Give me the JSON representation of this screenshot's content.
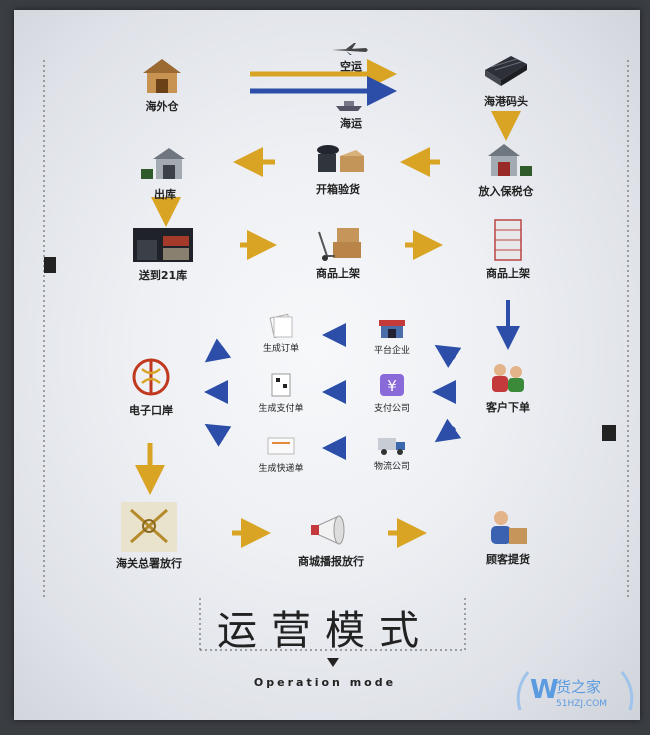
{
  "title": "运营模式",
  "subtitle": "Operation mode",
  "colors": {
    "gold": "#d9a424",
    "blue": "#2c4ea8"
  },
  "nodes": {
    "overseas_warehouse": "海外仓",
    "air": "空运",
    "sea": "海运",
    "port": "海港码头",
    "out_warehouse": "出库",
    "inspect": "开箱验货",
    "bonded": "放入保税仓",
    "to21": "送到21库",
    "shelf_center": "商品上架",
    "shelf_right": "商品上架",
    "gen_order": "生成订单",
    "platform": "平台企业",
    "customer_order": "客户下单",
    "e_port": "电子口岸",
    "gen_payment": "生成支付单",
    "pay_company": "支付公司",
    "gen_express": "生成快递单",
    "logistics": "物流公司",
    "customs": "海关总署放行",
    "mall": "商城播报放行",
    "pickup": "顾客提货"
  },
  "watermark": {
    "brand": "货之家",
    "url": "51HZJ.COM",
    "letter": "W"
  }
}
